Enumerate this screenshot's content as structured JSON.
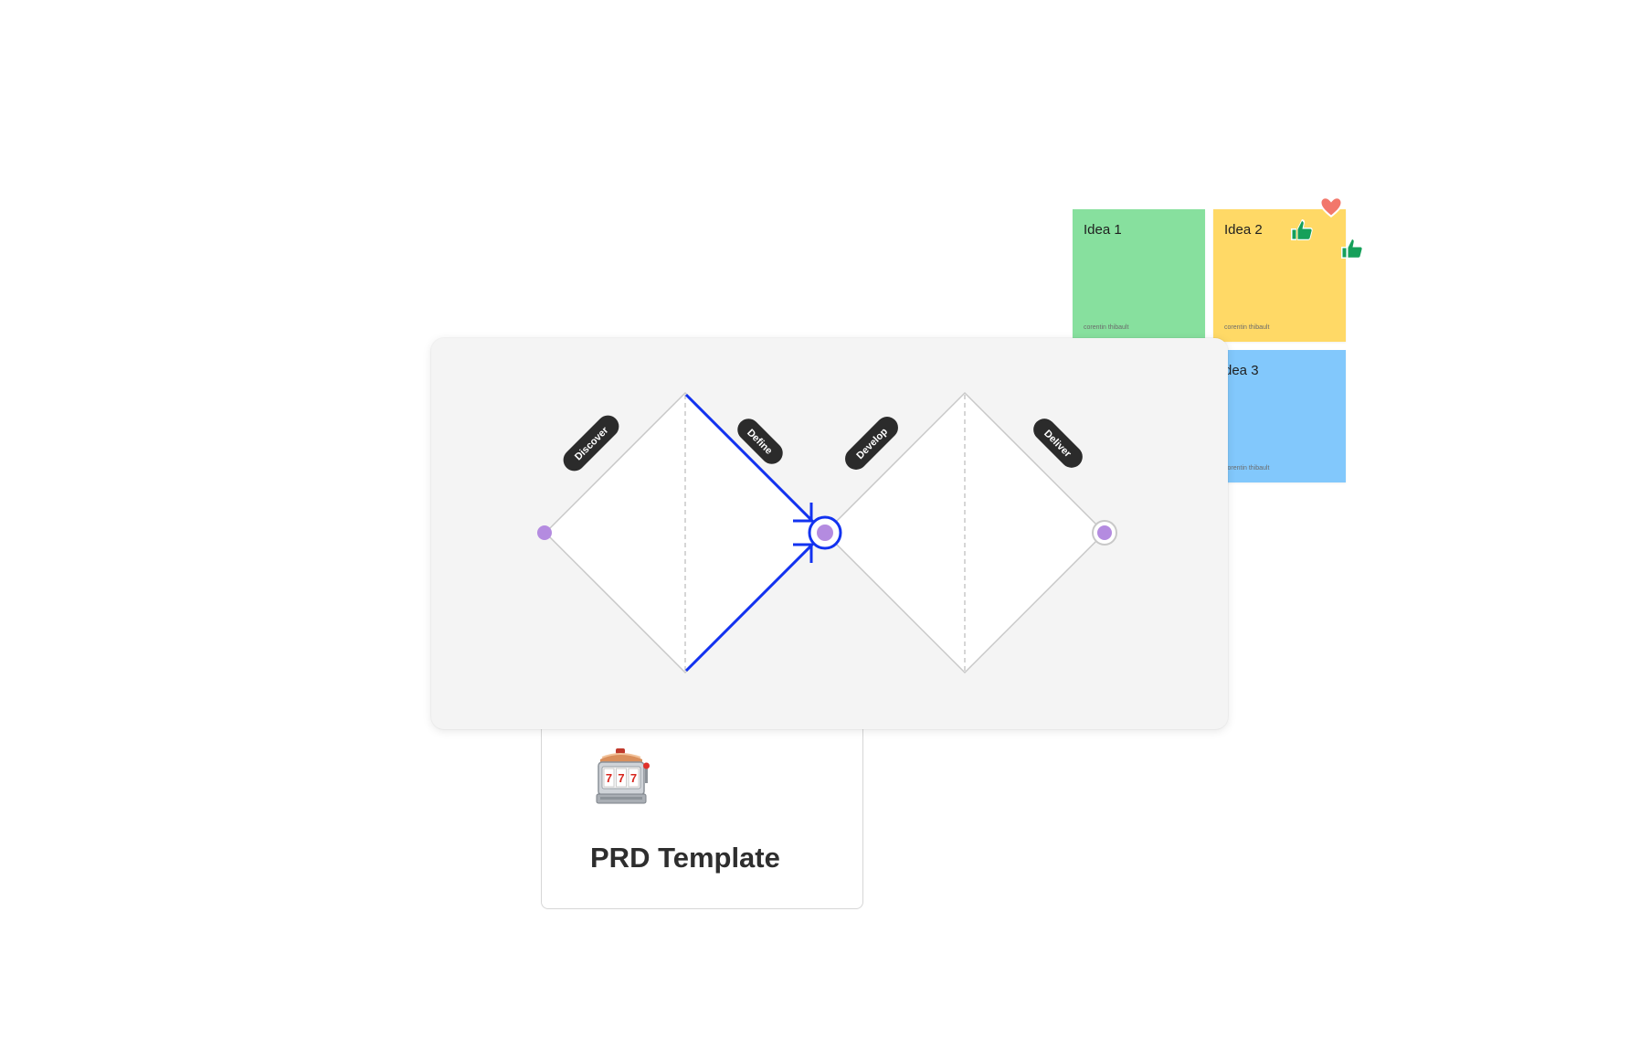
{
  "notes": [
    {
      "title": "Idea 1",
      "author": "corentin thibault",
      "color": "#87e09e"
    },
    {
      "title": "Idea 2",
      "author": "corentin thibault",
      "color": "#ffd966"
    },
    {
      "title": "dea 3",
      "author": "corentin thibault",
      "color": "#82c8fc"
    }
  ],
  "reactions": [
    "heart-icon",
    "thumbs-up-icon",
    "thumbs-up-icon"
  ],
  "prd_card": {
    "emoji": "slot-machine",
    "title": "PRD Template"
  },
  "double_diamond": {
    "phases": [
      "Discover",
      "Define",
      "Develop",
      "Deliver"
    ],
    "colors": {
      "outline": "#c8c8c8",
      "node": "#b48be0",
      "accent": "#1232f0",
      "label_bg": "#2b2b2b"
    }
  }
}
